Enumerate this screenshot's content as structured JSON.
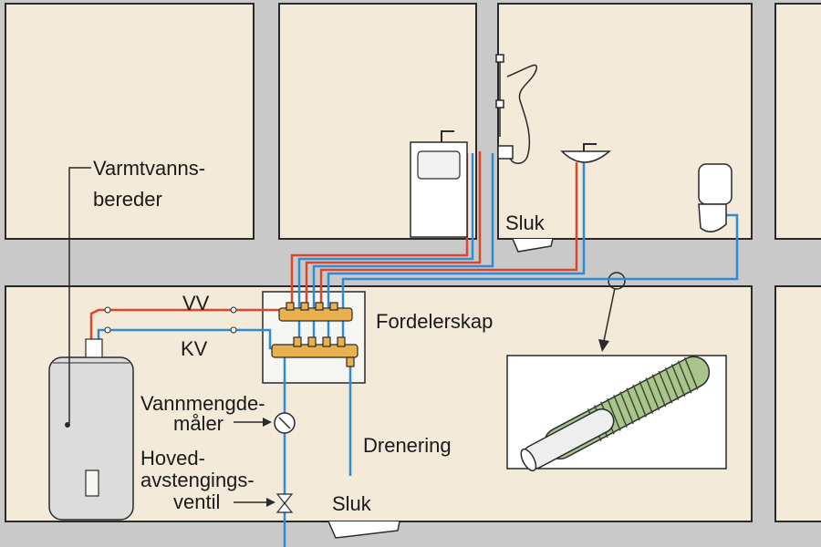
{
  "labels": {
    "heater_line1": "Varmtvanns-",
    "heater_line2": "bereder",
    "hot_water": "VV",
    "cold_water": "KV",
    "manifold_cabinet": "Fordelerskap",
    "drain_upper": "Sluk",
    "drain_lower": "Sluk",
    "drainage": "Drenering",
    "meter_line1": "Vannmengde-",
    "meter_line2": "måler",
    "valve_line1": "Hoved-",
    "valve_line2": "avstengings-",
    "valve_line3": "ventil"
  },
  "colors": {
    "wall": "#c9c9c9",
    "room": "#f3ead9",
    "hot_pipe": "#e0452c",
    "cold_pipe": "#2e8bd6",
    "manifold": "#e9b04f",
    "outline": "#2a2a2a"
  },
  "icons": {
    "heater": "water-heater-icon",
    "sink": "sink-icon",
    "shower": "shower-icon",
    "toilet": "toilet-icon",
    "meter": "water-meter-icon",
    "valve": "shutoff-valve-icon",
    "drain": "floor-drain-icon"
  }
}
